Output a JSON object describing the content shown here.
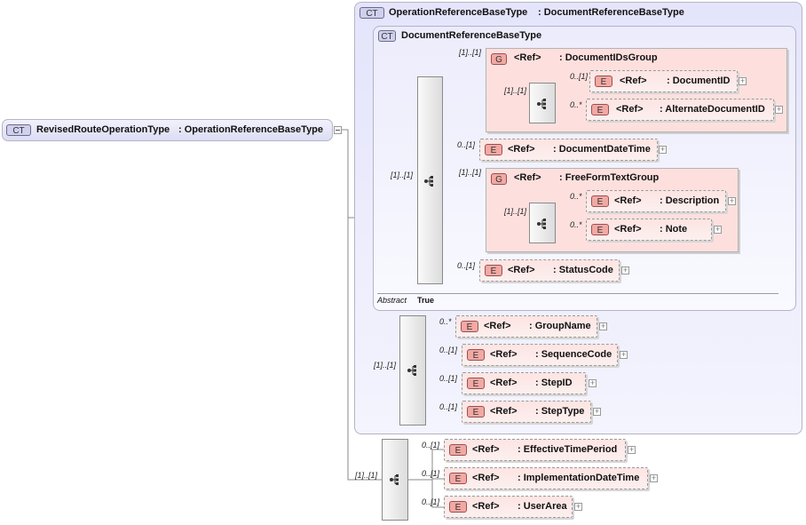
{
  "root": {
    "badge": "CT",
    "name": "RevisedRouteOperationType",
    "base": ": OperationReferenceBaseType"
  },
  "outer": {
    "badge": "CT",
    "name": "OperationReferenceBaseType",
    "base": ": DocumentReferenceBaseType"
  },
  "inner": {
    "badge": "CT",
    "name": "DocumentReferenceBaseType",
    "abstract_label": "Abstract",
    "abstract_value": "True"
  },
  "ref_label": "<Ref>",
  "badges": {
    "element": "E",
    "group": "G"
  },
  "seq_cards": {
    "main": "[1]..[1]",
    "second": "[1]..[1]",
    "third": "[1]..[1]",
    "docids": "[1]..[1]",
    "fft": "[1]..[1]"
  },
  "doc_ids_group": {
    "card": "[1]..[1]",
    "name": ": DocumentIDsGroup",
    "items": [
      {
        "card": "0..[1]",
        "name": ": DocumentID"
      },
      {
        "card": "0..*",
        "name": ": AlternateDocumentID"
      }
    ]
  },
  "document_date_time": {
    "card": "0..[1]",
    "name": ": DocumentDateTime"
  },
  "free_form_group": {
    "card": "[1]..[1]",
    "name": ": FreeFormTextGroup",
    "items": [
      {
        "card": "0..*",
        "name": ": Description"
      },
      {
        "card": "0..*",
        "name": ": Note"
      }
    ]
  },
  "status_code": {
    "card": "0..[1]",
    "name": ": StatusCode"
  },
  "op_elements": [
    {
      "card": "0..*",
      "name": ": GroupName"
    },
    {
      "card": "0..[1]",
      "name": ": SequenceCode"
    },
    {
      "card": "0..[1]",
      "name": ": StepID"
    },
    {
      "card": "0..[1]",
      "name": ": StepType"
    }
  ],
  "root_elements": [
    {
      "card": "0..[1]",
      "name": ": EffectiveTimePeriod"
    },
    {
      "card": "0..[1]",
      "name": ": ImplementationDateTime"
    },
    {
      "card": "0..[1]",
      "name": ": UserArea"
    }
  ]
}
